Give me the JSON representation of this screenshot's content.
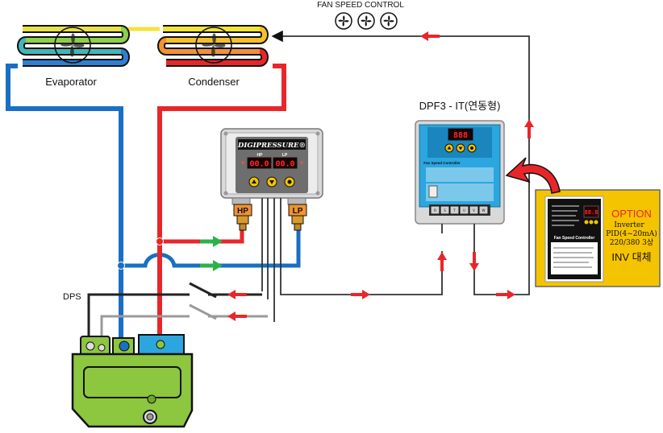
{
  "labels": {
    "fan_speed_control": "FAN SPEED CONTROL",
    "evaporator": "Evaporator",
    "condenser": "Condenser",
    "controller_title": "DPF3 - IT(연동형)",
    "dps": "DPS"
  },
  "digipressure": {
    "brand": "DIGIPRESSURE®",
    "hp_label": "HP",
    "lp_label": "LP",
    "hp_value": "00.0",
    "lp_value": "00.0",
    "port_hp": "HP",
    "port_lp": "LP"
  },
  "fan_controller": {
    "display": "888",
    "name": "Fan Speed Controller",
    "terminals": [
      "R",
      "S",
      "T",
      "U",
      "V",
      "W"
    ]
  },
  "option_box": {
    "title": "OPTION",
    "line1": "Inverter",
    "line2": "PID(4~20mA)",
    "line3": "220/380 3상",
    "line4": "INV 대체",
    "device_name": "Fan Speed Controller",
    "device_display": "88.8"
  },
  "colors": {
    "suction_line": "#1a6fc4",
    "discharge_line": "#e8262a",
    "signal_arrow": "#e8262a",
    "pressure_arrow": "#2bb34a",
    "compressor": "#8dc63f",
    "option_bg": "#f5c400",
    "controller_body": "#2ca6df"
  }
}
